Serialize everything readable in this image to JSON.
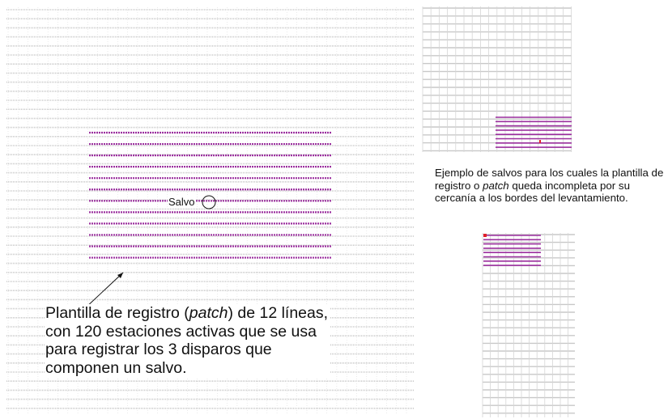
{
  "main_panel": {
    "salvo_label": "Salvo",
    "caption": {
      "text_before": "Plantilla de registro (",
      "italic": "patch",
      "text_after": ") de 12 líneas, con 120 estaciones activas que se usa para registrar los 3 disparos que componen un salvo."
    }
  },
  "side_panel": {
    "caption": {
      "text_before": "Ejemplo de salvos para los cuales la plantilla de registro o ",
      "italic": "patch",
      "text_after": " queda incompleta por su cercanía a los bordes del levantamiento."
    }
  },
  "colors": {
    "grid_line": "#c8c8c8",
    "patch_line": "#9b2f9e",
    "station_marker": "#e0202a",
    "text": "#111111"
  }
}
